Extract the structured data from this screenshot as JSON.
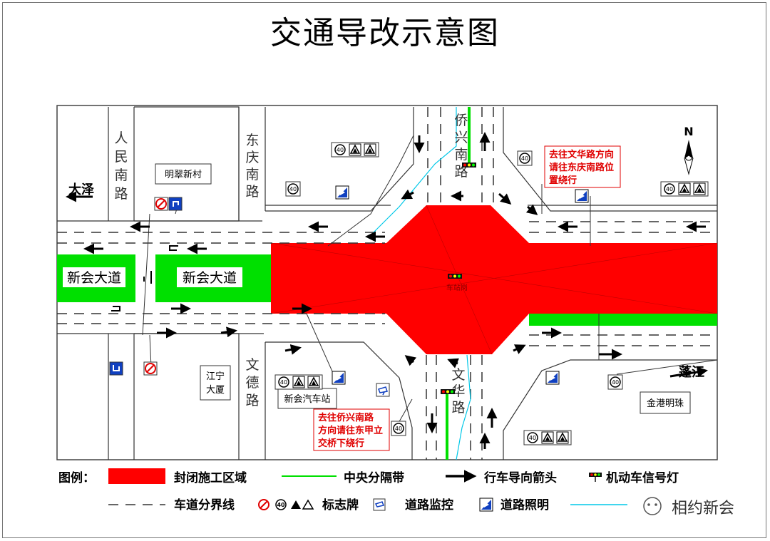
{
  "title": "交通导改示意图",
  "colors": {
    "closure": "#ff0000",
    "median": "#00e000",
    "lighting_line": "#00c8e8",
    "sign_blue": "#1040c0",
    "note_red": "#e00000"
  },
  "roads": {
    "main_west": "新会大道",
    "main_east": "新会大道",
    "renmin": "人民南路",
    "dongqing": "东庆南路",
    "qiaoxing": "侨兴南路",
    "wende": "文德路",
    "wenhua": "文华路"
  },
  "places": {
    "mingcui": "明翠新村",
    "jiangning": "江宁大厦",
    "bus_station": "新会汽车站",
    "jingang": "金港明珠",
    "station_label": "车站岗"
  },
  "directions": {
    "west": "大泽",
    "east": "蓬江"
  },
  "compass": "N",
  "notes": {
    "ne": [
      "去往文华路方向",
      "请往东庆南路位",
      "置绕行"
    ],
    "s": [
      "去往侨兴南路",
      "方向请往东甲立",
      "交桥下绕行"
    ]
  },
  "legend": {
    "heading": "图例：",
    "closure": "封闭施工区域",
    "median": "中央分隔带",
    "arrow": "行车导向箭头",
    "signal": "机动车信号灯",
    "lane_line": "车道分界线",
    "signs": "标志牌",
    "camera": "道路监控",
    "lighting": "道路照明",
    "watermark": "相约新会"
  },
  "sign_texts": {
    "speed": "40"
  }
}
